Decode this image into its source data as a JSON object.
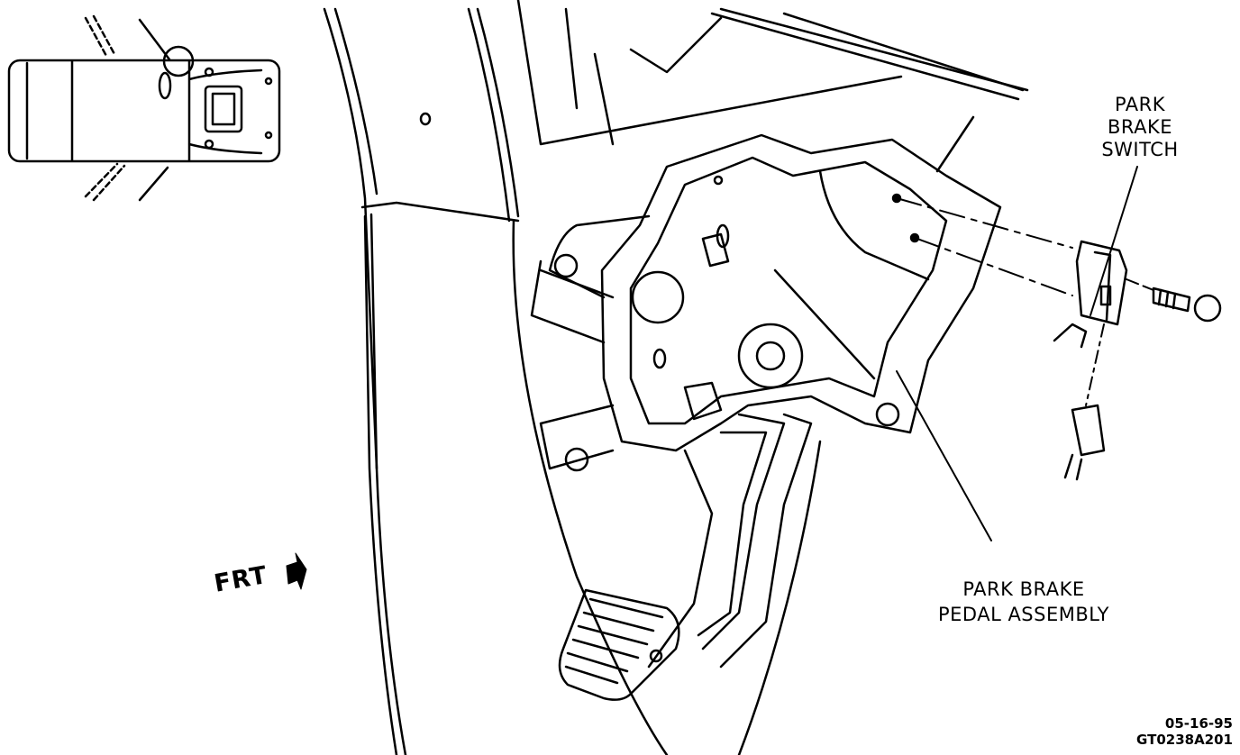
{
  "labels": {
    "park_brake_switch": [
      "PARK",
      "BRAKE",
      "SWITCH"
    ],
    "park_brake_pedal_assembly": [
      "PARK BRAKE",
      "PEDAL ASSEMBLY"
    ],
    "front_direction": "FRT"
  },
  "footer": {
    "date": "05-16-95",
    "figure_code": "GT0238A201"
  },
  "colors": {
    "ink": "#000000",
    "paper": "#ffffff"
  },
  "icons": [
    "front-direction-arrow-icon",
    "vehicle-locator-icon"
  ]
}
